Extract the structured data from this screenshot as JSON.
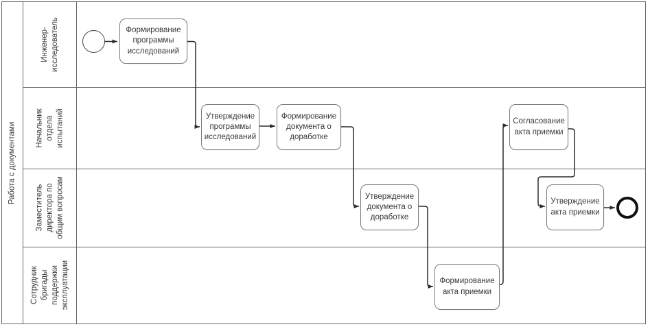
{
  "pool": {
    "label": "Работа с документами"
  },
  "lanes": [
    {
      "id": "lane-engineer-researcher",
      "label": "Инженер-\nисследователь"
    },
    {
      "id": "lane-test-department-head",
      "label": "Начальник\nотдела\nиспытаний"
    },
    {
      "id": "lane-deputy-director-general-affairs",
      "label": "Заместитель\nдиректора по\nобщим вопросам"
    },
    {
      "id": "lane-operation-support-team-member",
      "label": "Сотрудник\nбригады\nподдержки\nэксплуатации"
    }
  ],
  "tasks": [
    {
      "id": "task-form-research-program",
      "label": "Формирование\nпрограммы\nисследований"
    },
    {
      "id": "task-approve-research-program",
      "label": "Утверждение\nпрограммы\nисследований"
    },
    {
      "id": "task-form-rework-document",
      "label": "Формирование\nдокумента о\nдоработке"
    },
    {
      "id": "task-approve-rework-document",
      "label": "Утверждение\nдокумента о\nдоработке"
    },
    {
      "id": "task-form-acceptance-act",
      "label": "Формирование\nакта приемки"
    },
    {
      "id": "task-coordinate-acceptance-act",
      "label": "Согласование\nакта приемки"
    },
    {
      "id": "task-approve-acceptance-act",
      "label": "Утверждение\nакта приемки"
    }
  ],
  "events": [
    {
      "id": "start-event",
      "type": "start"
    },
    {
      "id": "end-event",
      "type": "end"
    }
  ],
  "flows": [
    {
      "from": "start-event",
      "to": "task-form-research-program"
    },
    {
      "from": "task-form-research-program",
      "to": "task-approve-research-program"
    },
    {
      "from": "task-approve-research-program",
      "to": "task-form-rework-document"
    },
    {
      "from": "task-form-rework-document",
      "to": "task-approve-rework-document"
    },
    {
      "from": "task-approve-rework-document",
      "to": "task-form-acceptance-act"
    },
    {
      "from": "task-form-acceptance-act",
      "to": "task-coordinate-acceptance-act"
    },
    {
      "from": "task-coordinate-acceptance-act",
      "to": "task-approve-acceptance-act"
    },
    {
      "from": "task-approve-acceptance-act",
      "to": "end-event"
    }
  ],
  "colors": {
    "lane_border": "#666666",
    "task_border": "#7a7a7a",
    "connector": "#2b2b2b",
    "text": "#3a3a3a",
    "background": "#ffffff"
  }
}
